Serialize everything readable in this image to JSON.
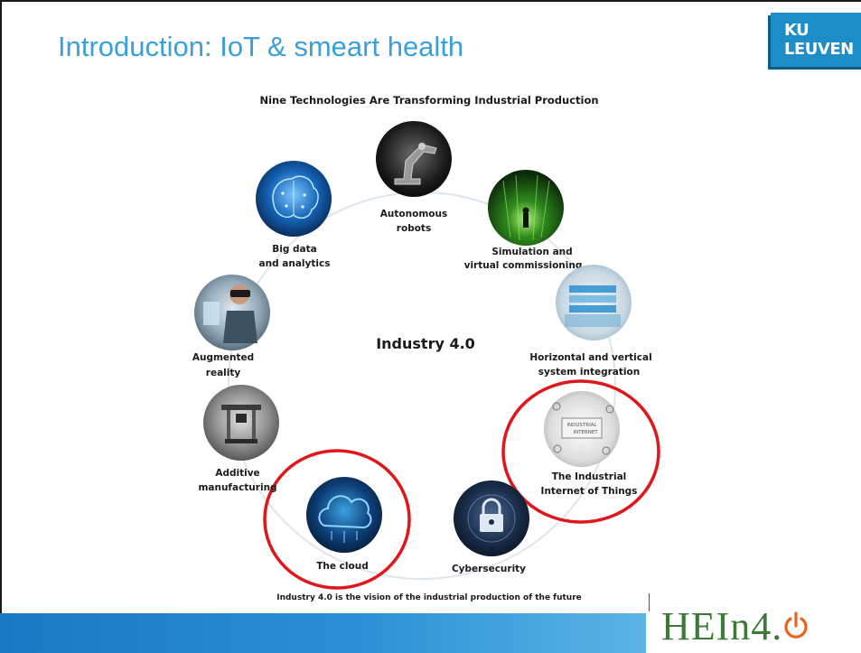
{
  "slide": {
    "title": "Introduction: IoT & smeart health",
    "logo_text": "KU LEUVEN",
    "footer_logo_text": "HEIn4."
  },
  "diagram": {
    "heading": "Nine Technologies Are Transforming Industrial Production",
    "center_label": "Industry 4.0",
    "footer_caption": "Industry 4.0 is the vision of the industrial production of the future",
    "technologies": [
      {
        "line1": "Autonomous",
        "line2": "robots",
        "icon": "robot-arm-icon",
        "highlighted": false
      },
      {
        "line1": "Simulation and",
        "line2": "virtual commissioning",
        "icon": "simulation-icon",
        "highlighted": false
      },
      {
        "line1": "Horizontal and vertical",
        "line2": "system integration",
        "icon": "system-integration-icon",
        "highlighted": false
      },
      {
        "line1": "The Industrial",
        "line2": "Internet of Things",
        "icon": "industrial-internet-icon",
        "highlighted": true
      },
      {
        "line1": "Cybersecurity",
        "line2": "",
        "icon": "padlock-icon",
        "highlighted": false
      },
      {
        "line1": "The cloud",
        "line2": "",
        "icon": "cloud-icon",
        "highlighted": true
      },
      {
        "line1": "Additive",
        "line2": "manufacturing",
        "icon": "3d-printer-icon",
        "highlighted": false
      },
      {
        "line1": "Augmented",
        "line2": "reality",
        "icon": "vr-headset-icon",
        "highlighted": false
      },
      {
        "line1": "Big data",
        "line2": "and analytics",
        "icon": "brain-icon",
        "highlighted": false
      }
    ]
  },
  "colors": {
    "title": "#3b9fd8",
    "ku_blue": "#1d8dc8",
    "highlight_ring": "#e0161a",
    "footer_band": "#1a78c2",
    "hein_green": "#3c7a3a",
    "power_orange": "#e8641b"
  }
}
